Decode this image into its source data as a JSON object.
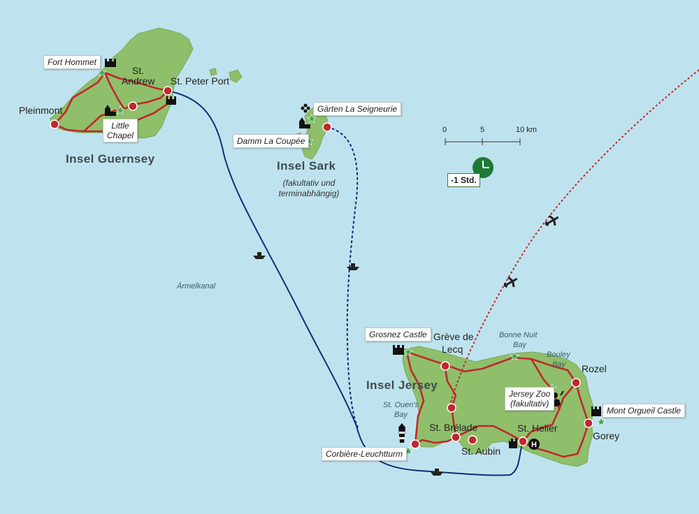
{
  "map": {
    "islands": {
      "guernsey": "Insel Guernsey",
      "sark": "Insel Sark",
      "jersey": "Insel Jersey"
    },
    "sark_note_line1": "(fakultativ und",
    "sark_note_line2": "terminabhängig)",
    "sea": "Ärmelkanal",
    "places": {
      "pleinmont": "Pleinmont",
      "st_andrew_1": "St.",
      "st_andrew_2": "Andrew",
      "st_peter_port": "St. Peter Port",
      "greve_1": "Grève de",
      "greve_2": "Lecq",
      "rozel": "Rozel",
      "st_brelade": "St. Brélade",
      "st_aubin": "St. Aubin",
      "st_helier": "St. Helier",
      "gorey": "Gorey"
    },
    "bays": {
      "bonne_nuit_1": "Bonne Nuit",
      "bonne_nuit_2": "Bay",
      "bouley_1": "Bouley",
      "bouley_2": "Bay",
      "st_ouen_1": "St. Ouen's",
      "st_ouen_2": "Bay"
    },
    "sights": {
      "fort_hommet": "Fort Hommet",
      "little_chapel_1": "Little",
      "little_chapel_2": "Chapel",
      "gaerten": "Gärten La Seigneurie",
      "damm": "Damm La Coupée",
      "grosnez": "Grosnez Castle",
      "jersey_zoo_1": "Jersey Zoo",
      "jersey_zoo_2": "(fakultativ)",
      "mont_orgueil": "Mont Orgueil Castle",
      "corbiere": "Corbière-Leuchtturm"
    },
    "scale": {
      "t0": "0",
      "t5": "5",
      "t10": "10 km"
    },
    "time_zone": "-1 Std.",
    "icons": [
      "star-icon",
      "castle-icon",
      "church-icon",
      "flower-icon",
      "lighthouse-icon",
      "monkey-icon",
      "heliport-icon",
      "plane-icon",
      "ship-icon",
      "clock-icon"
    ],
    "colors": {
      "sea": "#bfe3ee",
      "land": "#8fbf6a",
      "road": "#c0282d",
      "ferry": "#0e2f7a",
      "sight_star": "#3ca84a",
      "time_badge": "#1d7a35"
    }
  }
}
